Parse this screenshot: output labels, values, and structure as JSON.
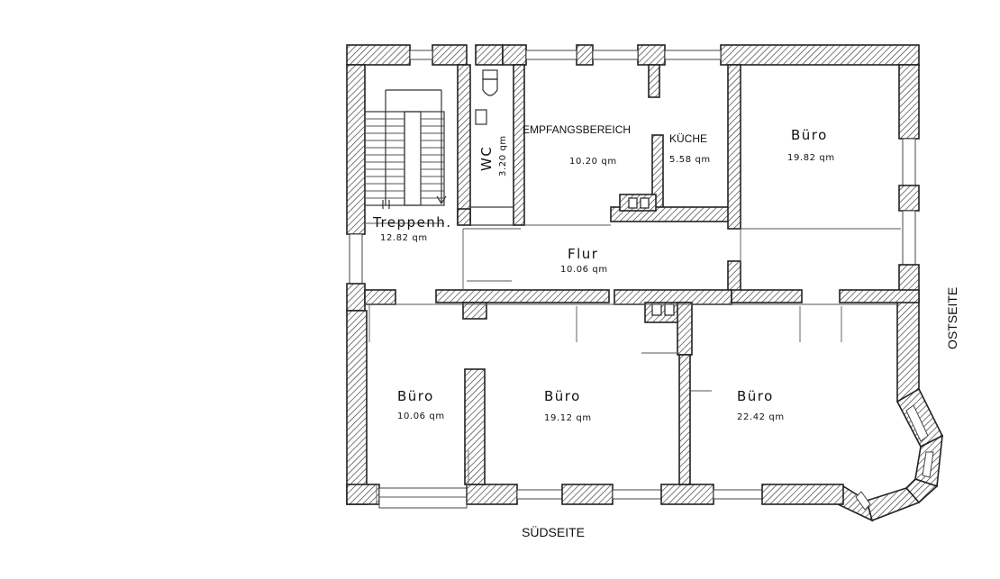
{
  "floorplan": {
    "rooms": {
      "treppenhaus": {
        "name": "Treppenh.",
        "area": "12.82 qm"
      },
      "wc": {
        "name": "WC",
        "area": "3.20 qm"
      },
      "empfang": {
        "name": "EMPFANGSBEREICH",
        "area": "10.20 qm"
      },
      "kueche": {
        "name": "KÜCHE",
        "area": "5.58 qm"
      },
      "buero_ne": {
        "name": "Büro",
        "area": "19.82 qm"
      },
      "flur": {
        "name": "Flur",
        "area": "10.06 qm"
      },
      "buero_sw": {
        "name": "Büro",
        "area": "10.06 qm"
      },
      "buero_s": {
        "name": "Büro",
        "area": "19.12 qm"
      },
      "buero_se": {
        "name": "Büro",
        "area": "22.42 qm"
      }
    },
    "sides": {
      "south": "SÜDSEITE",
      "east": "OSTSEITE"
    }
  }
}
